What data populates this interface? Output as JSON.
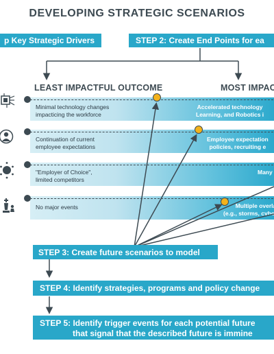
{
  "title": "DEVELOPING STRATEGIC SCENARIOS",
  "steps": {
    "step1": "p Key Strategic Drivers",
    "step2": "STEP 2: Create End Points for ea",
    "step3": "STEP 3: Create future scenarios to model",
    "step4": "STEP 4: Identify strategies, programs and policy change",
    "step5_line1": "STEP 5: Identify trigger events for each potential future",
    "step5_line2": "that signal that the described future is immine"
  },
  "columns": {
    "least": "LEAST IMPACTFUL OUTCOME",
    "most": "MOST IMPAC"
  },
  "rows": [
    {
      "icon": "circuit-chip-icon",
      "left_line1": "Minimal technology changes",
      "left_line2": "impacticing the workforce",
      "right_line1": "Accelerated technology",
      "right_line2": "Learning, and Robotics i"
    },
    {
      "icon": "person-icon",
      "left_line1": "Continuation of current",
      "left_line2": "employee expectations",
      "right_line1": "Employee expectation",
      "right_line2": "policies, recruiting e"
    },
    {
      "icon": "globe-network-icon",
      "left_line1": "\"Employer of Choice\",",
      "left_line2": "limited competitors",
      "right_line1": "Many",
      "right_line2": ""
    },
    {
      "icon": "chess-pieces-icon",
      "left_line1": "No major events",
      "left_line2": "",
      "right_line1": "Multiple overlapp",
      "right_line2": "(e.g., storms, cyber-attack"
    }
  ],
  "colors": {
    "primary": "#29a7c9",
    "dark": "#3d4a52",
    "marker": "#f3b21c"
  }
}
